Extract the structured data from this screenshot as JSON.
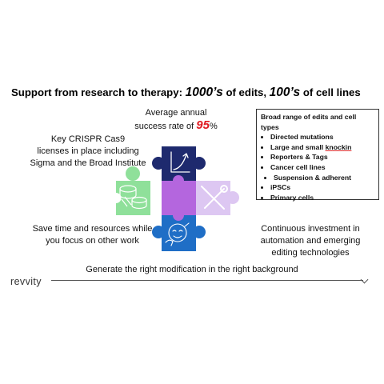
{
  "headline": {
    "part1": "Support from research to therapy: ",
    "edits": "1000’s",
    "part2": " of edits, ",
    "lines": "100’s",
    "part3": " of cell lines"
  },
  "rate": {
    "line1": "Average annual",
    "line2_prefix": "success rate of ",
    "value": "95",
    "suffix": "%"
  },
  "licenses": {
    "line1": "Key CRISPR Cas9",
    "line2": "licenses in place including",
    "line3": "Sigma and the Broad Institute"
  },
  "save_time": {
    "line1": "Save time and resources while",
    "line2": "you focus on other work"
  },
  "investment": {
    "line1": "Continuous investment in",
    "line2": "automation and emerging",
    "line3": "editing technologies"
  },
  "edits_box": {
    "title": "Broad range of edits and cell types",
    "item1": "Directed mutations",
    "item2_prefix": "Large and small ",
    "item2_underlined": "knockin",
    "item3": "Reporters & Tags",
    "item4": "Cancer cell lines",
    "item4_sub": "Suspension & adherent",
    "item5": "iPSCs",
    "item6": "Primary cells"
  },
  "footer": "Generate the right modification in the right background",
  "logo": "revvity",
  "colors": {
    "navy": "#1e2a6e",
    "purple": "#b466de",
    "green": "#8fe09a",
    "lavender": "#ddc7f2",
    "blue": "#1f6ec6",
    "accent_red": "#e01b22"
  },
  "icons": [
    "chart-icon",
    "pills-icon",
    "tools-icon",
    "face-icon"
  ]
}
